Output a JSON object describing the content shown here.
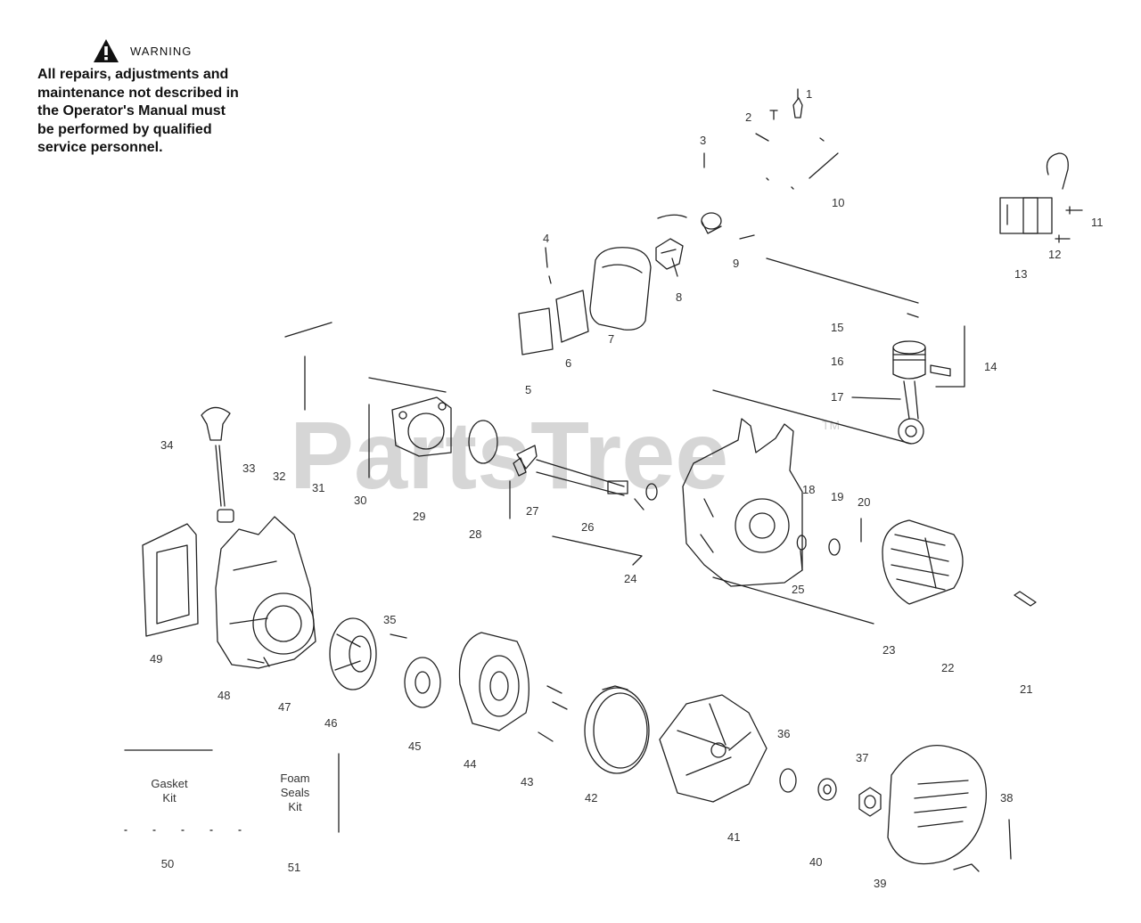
{
  "warning": {
    "title": "WARNING",
    "lines": [
      "All repairs, adjustments and",
      "maintenance not described in",
      "the Operator's Manual must",
      "be performed by qualified",
      "service personnel."
    ]
  },
  "watermark": {
    "text": "PartsTree",
    "tm": "TM"
  },
  "kits": {
    "gasket": {
      "line1": "Gasket",
      "line2": "Kit",
      "number": "50"
    },
    "foam": {
      "line1": "Foam",
      "line2": "Seals",
      "line3": "Kit",
      "number": "51"
    }
  },
  "callouts": [
    "1",
    "2",
    "3",
    "4",
    "5",
    "6",
    "7",
    "8",
    "9",
    "10",
    "11",
    "12",
    "13",
    "14",
    "15",
    "16",
    "17",
    "18",
    "19",
    "20",
    "21",
    "22",
    "23",
    "24",
    "25",
    "26",
    "27",
    "28",
    "29",
    "30",
    "31",
    "32",
    "33",
    "34",
    "35",
    "36",
    "37",
    "38",
    "39",
    "40",
    "41",
    "42",
    "43",
    "44",
    "45",
    "46",
    "47",
    "48",
    "49"
  ],
  "colors": {
    "line": "#222222",
    "callout": "#333333",
    "watermark": "#cfcfcf"
  }
}
